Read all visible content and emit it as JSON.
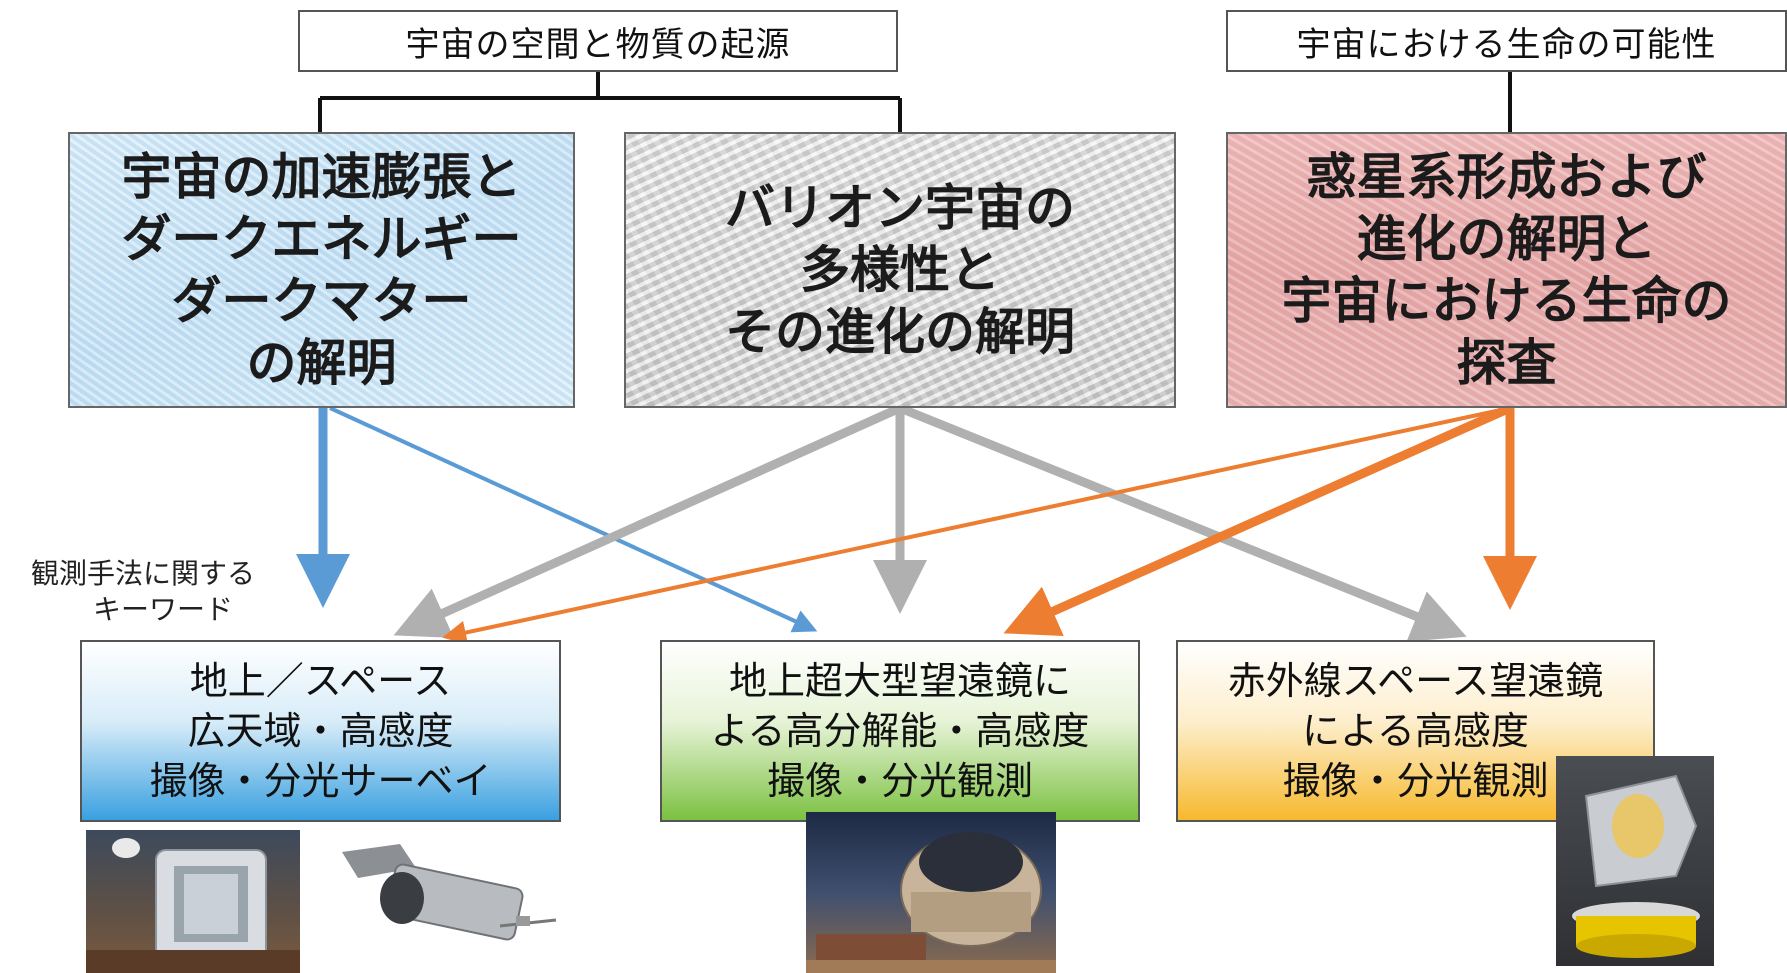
{
  "top_categories": [
    {
      "label": "宇宙の空間と物質の起源"
    },
    {
      "label": "宇宙における生命の可能性"
    }
  ],
  "themes": [
    {
      "lines": [
        "宇宙の加速膨張と",
        "ダークエネルギー",
        "ダークマター",
        "の解明"
      ]
    },
    {
      "lines": [
        "バリオン宇宙の",
        "多様性と",
        "その進化の解明"
      ]
    },
    {
      "lines": [
        "惑星系形成および",
        "進化の解明と",
        "宇宙における生命の",
        "探査"
      ]
    }
  ],
  "keyword_label": [
    "観測手法に関する",
    "キーワード"
  ],
  "methods": [
    {
      "lines": [
        "地上／スペース",
        "広天域・高感度",
        "撮像・分光サーベイ"
      ]
    },
    {
      "lines": [
        "地上超大型望遠鏡に",
        "よる高分解能・高感度",
        "撮像・分光観測"
      ]
    },
    {
      "lines": [
        "赤外線スペース望遠鏡",
        "による高感度",
        "撮像・分光観測"
      ]
    }
  ],
  "colors": {
    "blue_arrow": "#5b9bd5",
    "gray_arrow": "#b0b0b0",
    "orange_arrow": "#ed7d31",
    "connector": "#111111"
  },
  "images": [
    {
      "name": "ground-telescope-dome-photo"
    },
    {
      "name": "space-telescope-photo"
    },
    {
      "name": "extremely-large-telescope-photo"
    },
    {
      "name": "infrared-space-telescope-photo"
    }
  ]
}
